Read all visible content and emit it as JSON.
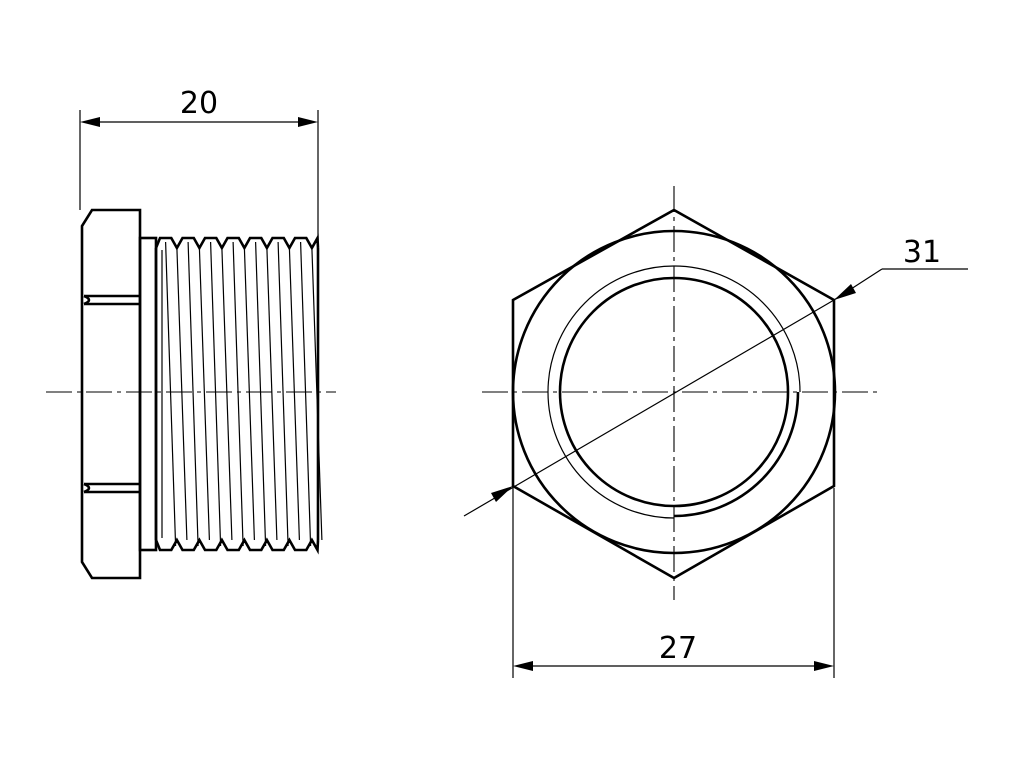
{
  "drawing": {
    "dimensions": {
      "length": "20",
      "across_corners": "31",
      "across_flats": "27"
    }
  }
}
